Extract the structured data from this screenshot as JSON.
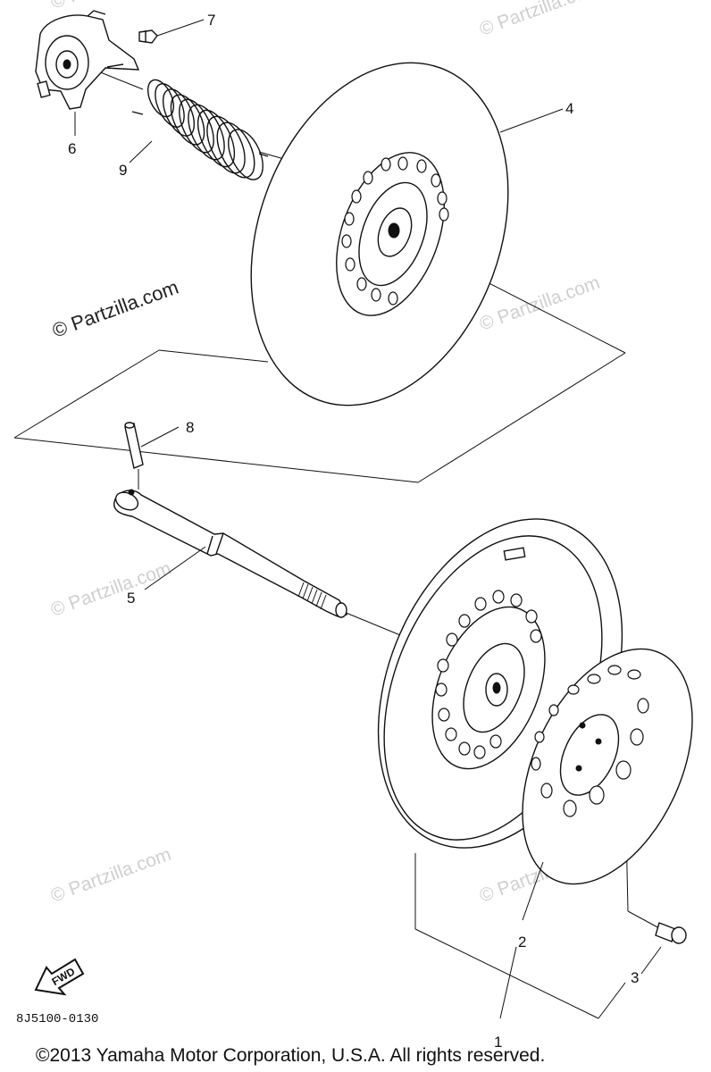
{
  "diagram": {
    "callouts": [
      {
        "id": "1",
        "label": "1"
      },
      {
        "id": "2",
        "label": "2"
      },
      {
        "id": "3",
        "label": "3"
      },
      {
        "id": "4",
        "label": "4"
      },
      {
        "id": "5",
        "label": "5"
      },
      {
        "id": "6",
        "label": "6"
      },
      {
        "id": "7",
        "label": "7"
      },
      {
        "id": "8",
        "label": "8"
      },
      {
        "id": "9",
        "label": "9"
      }
    ],
    "watermark": "© Partzilla.com",
    "fwd_label": "FWD",
    "drawing_code": "8J5100-0130",
    "copyright": "©2013 Yamaha Motor Corporation, U.S.A. All rights reserved."
  }
}
